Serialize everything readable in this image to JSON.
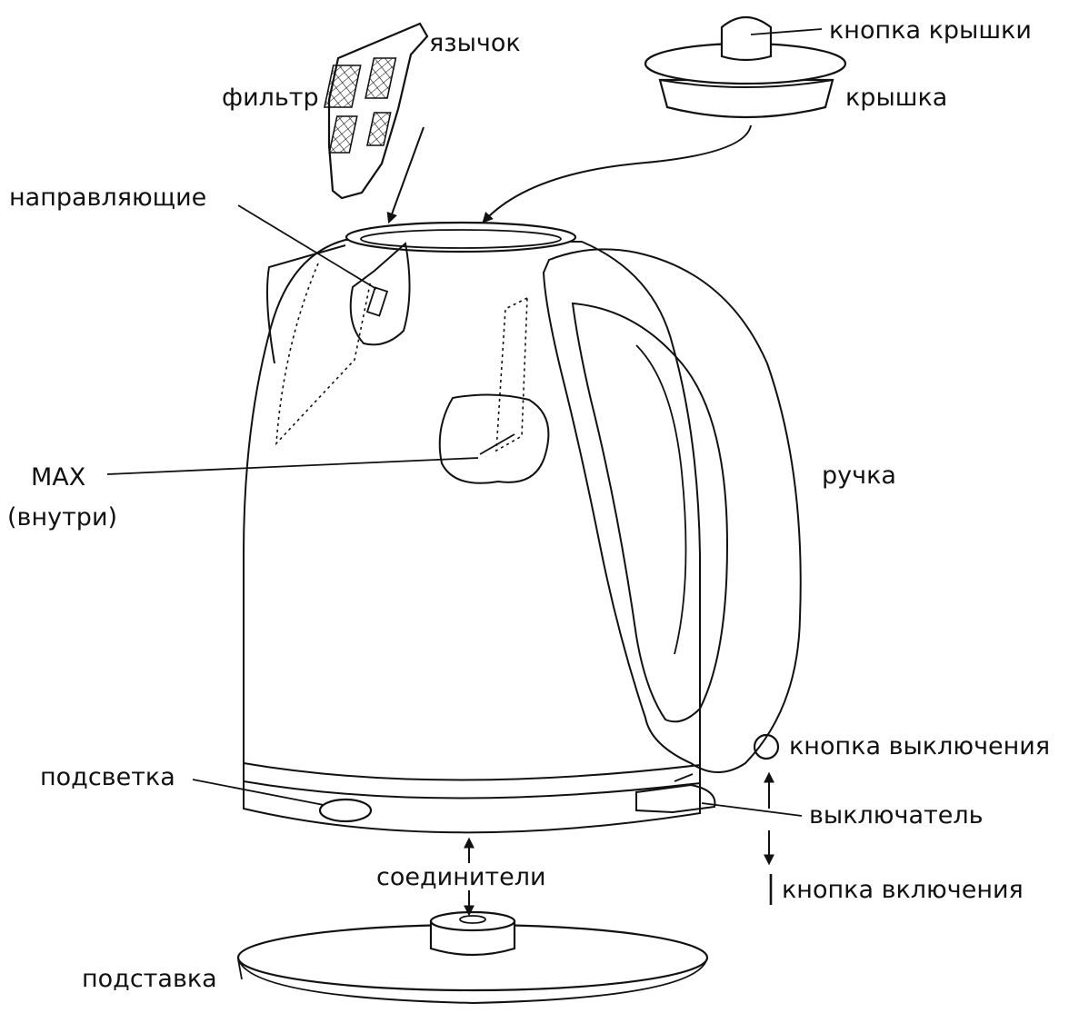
{
  "labels": {
    "tongue": "язычок",
    "filter": "фильтр",
    "lid_button": "кнопка крышки",
    "lid": "крышка",
    "guides": "направляющие",
    "max": "MAX",
    "max_inside": "(внутри)",
    "handle": "ручка",
    "off_button": "кнопка выключения",
    "backlight": "подсветка",
    "switch": "выключатель",
    "connectors": "соединители",
    "on_button": "кнопка включения",
    "stand": "подставка"
  },
  "symbols": {
    "off_symbol": "circle",
    "on_symbol": "bar"
  }
}
